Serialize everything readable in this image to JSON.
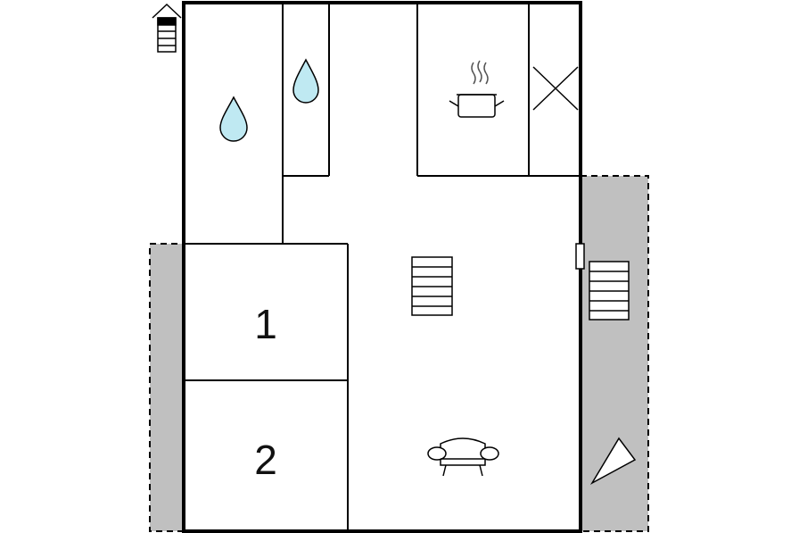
{
  "floorplan": {
    "rooms": [
      {
        "id": "bedroom-1",
        "label": "1"
      },
      {
        "id": "bedroom-2",
        "label": "2"
      }
    ],
    "icons": {
      "compass": "north-arrow-icon",
      "bathroom": "water-drop-icon",
      "shower": "water-drop-icon",
      "kitchen": "cooking-pot-icon",
      "storage": "cross-icon",
      "stairs": "staircase-icon",
      "living": "sofa-icon",
      "terrace_stairs": "staircase-icon",
      "view": "triangle-icon"
    },
    "colors": {
      "wall": "#000000",
      "terrace": "#c0c0c0",
      "water": "#bfe9f2",
      "background": "#ffffff"
    }
  }
}
